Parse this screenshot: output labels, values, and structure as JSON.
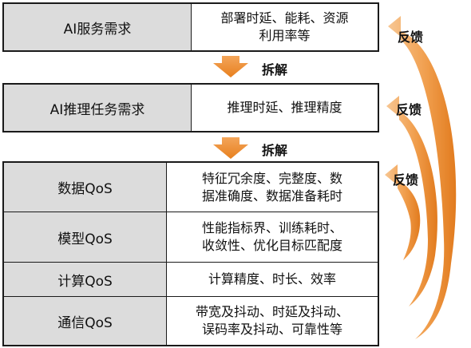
{
  "blocks": {
    "ai_service": {
      "title": "AI服务需求",
      "detail_line1": "部署时延、能耗、资源",
      "detail_line2": "利用率等"
    },
    "ai_inference": {
      "title": "AI推理任务需求",
      "detail": "推理时延、推理精度"
    },
    "qos_rows": [
      {
        "name": "数据QoS",
        "line1": "特征冗余度、完整度、数",
        "line2": "据准确度、数据准备耗时"
      },
      {
        "name": "模型QoS",
        "line1": "性能指标界、训练耗时、",
        "line2": "收敛性、优化目标匹配度"
      },
      {
        "name": "计算QoS",
        "line1": "计算精度、时长、效率",
        "line2": ""
      },
      {
        "name": "通信QoS",
        "line1": "带宽及抖动、时延及抖动、",
        "line2": "误码率及抖动、可靠性等"
      }
    ]
  },
  "decompose_label": "拆解",
  "feedback_label": "反馈",
  "colors": {
    "arrow_orange": "#e8801e",
    "arrow_light": "#f7c48e",
    "cell_gray": "#dcdcdc",
    "border": "#1a1a1a"
  }
}
